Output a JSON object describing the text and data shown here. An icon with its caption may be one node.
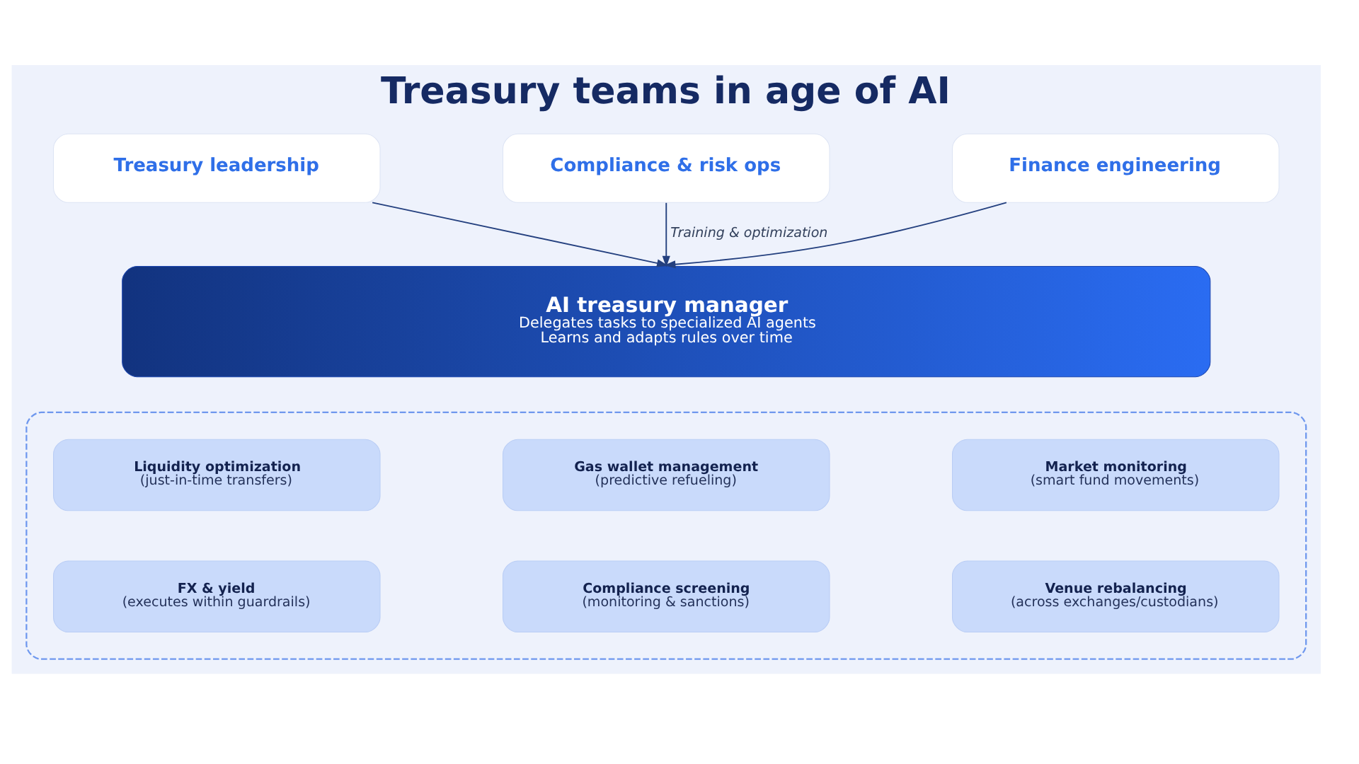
{
  "diagram": {
    "title": "Treasury teams in age of AI",
    "nodes": [
      {
        "text": [
          "Treasury leadership"
        ]
      },
      {
        "text": [
          "Compliance & risk ops"
        ]
      },
      {
        "text": [
          "Finance engineering"
        ]
      },
      {
        "text": [
          "AI treasury manager",
          "Delegates tasks to specialized AI agents",
          "Learns and adapts rules over time"
        ]
      },
      {
        "text": [],
        "shape": "box"
      },
      {
        "text": [
          "Liquidity optimization",
          "(just-in-time transfers)"
        ],
        "in": 4
      },
      {
        "text": [
          "Gas wallet management",
          "(predictive refueling)"
        ],
        "in": 4
      },
      {
        "text": [
          "Market monitoring",
          "(smart fund movements)"
        ],
        "in": 4
      },
      {
        "text": [
          "FX & yield",
          "(executes within guardrails)"
        ],
        "in": 4
      },
      {
        "text": [
          "Compliance screening",
          "(monitoring & sanctions)"
        ],
        "in": 4
      },
      {
        "text": [
          "Venue rebalancing",
          "(across exchanges/custodians)"
        ],
        "in": 4
      }
    ],
    "edges": [
      {
        "from": 0,
        "to": 3,
        "arrow": "to"
      },
      {
        "from": 1,
        "to": 3,
        "arrow": "to",
        "label": "Training & optimization"
      },
      {
        "from": 2,
        "to": 3,
        "arrow": "to"
      }
    ]
  }
}
